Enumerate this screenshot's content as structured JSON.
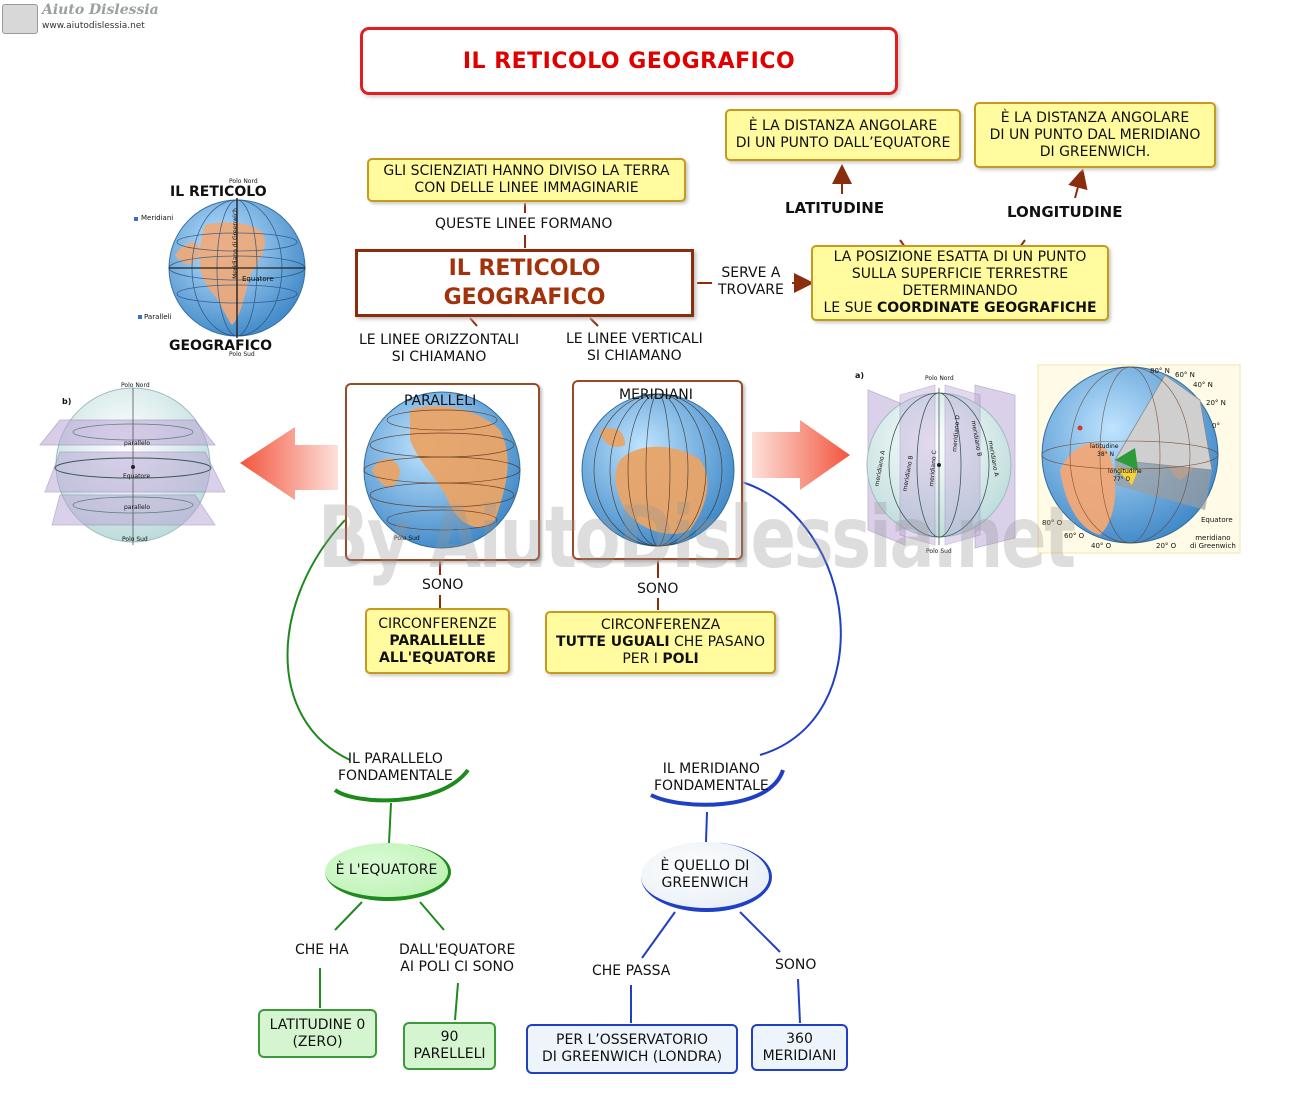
{
  "logo": {
    "name": "Aiuto Dislessia",
    "url": "www.aiutodislessia.net"
  },
  "title": "IL RETICOLO GEOGRAFICO",
  "central": {
    "line1": "IL RETICOLO",
    "line2": "GEOGRAFICO"
  },
  "scientists": {
    "line1": "GLI SCIENZIATI HANNO DIVISO LA TERRA",
    "line2": "CON DELLE LINEE IMMAGINARIE"
  },
  "queste_linee": "QUESTE LINEE FORMANO",
  "serve": {
    "line1": "SERVE A",
    "line2": "TROVARE"
  },
  "position": {
    "line1": "LA POSIZIONE ESATTA DI UN PUNTO",
    "line2": "SULLA SUPERFICIE TERRESTRE",
    "line3": "DETERMINANDO",
    "line4_pre": "LE SUE ",
    "line4_bold": "COORDINATE GEOGRAFICHE"
  },
  "latitudine": {
    "label": "LATITUDINE",
    "def1": "È LA DISTANZA ANGOLARE",
    "def2": "DI UN PUNTO DALL’EQUATORE"
  },
  "longitudine": {
    "label": "LONGITUDINE",
    "def1": "È LA DISTANZA ANGOLARE",
    "def2": "DI UN PUNTO DAL MERIDIANO",
    "def3": "DI GREENWICH."
  },
  "globe_left": {
    "top": "IL RETICOLO",
    "bottom": "GEOGRAFICO",
    "label_meridiani": "Meridiani",
    "label_paralleli": "Paralleli",
    "label_equatore": "Equatore",
    "label_greenwich": "Meridiano di Greenwich",
    "label_polo_nord": "Polo Nord",
    "label_polo_sud": "Polo Sud"
  },
  "orizzontali": {
    "line1": "LE LINEE ORIZZONTALI",
    "line2": "SI CHIAMANO"
  },
  "verticali": {
    "line1": "LE LINEE VERTICALI",
    "line2": "SI CHIAMANO"
  },
  "paralleli": {
    "label": "PARALLELI",
    "sono": "SONO",
    "def1": "CIRCONFERENZE",
    "def2": "PARALLELLE",
    "def3": "ALL'EQUATORE",
    "label_polo_sud": "Polo Sud"
  },
  "meridiani": {
    "label": "MERIDIANI",
    "sono": "SONO",
    "def1": "CIRCONFERENZA",
    "def2_bold": "TUTTE UGUALI",
    "def2_rest": " CHE PASANO",
    "def3_pre": "PER I ",
    "def3_bold": "POLI"
  },
  "diagram_b": {
    "tag": "b)",
    "polo_nord": "Polo Nord",
    "polo_sud": "Polo Sud",
    "parallelo1": "parallelo",
    "equatore": "Equatore",
    "parallelo2": "parallelo"
  },
  "diagram_a": {
    "tag": "a)",
    "polo_nord": "Polo Nord",
    "polo_sud": "Polo Sud",
    "m_a": "meridiano A",
    "m_b": "meridiano B",
    "m_c": "meridiano C",
    "m_d": "meridiano D",
    "m_e": "meridiano A",
    "m_f": "meridiano B"
  },
  "globe_right": {
    "n80": "80° N",
    "n60": "60° N",
    "n40": "40° N",
    "n20": "20° N",
    "zero": "0°",
    "lat_label": "latitudine",
    "lat_val": "38° N",
    "lon_label": "longitudine",
    "lon_val": "77° O",
    "o80": "80° O",
    "o60": "60° O",
    "o40": "40° O",
    "o20": "20° O",
    "equatore": "Equatore",
    "greenwich1": "meridiano",
    "greenwich2": "di Greenwich"
  },
  "parallelo_fond": {
    "line1": "IL PARALLELO",
    "line2": "FONDAMENTALE"
  },
  "equatore_node": "È L'EQUATORE",
  "che_ha": "CHE HA",
  "dall_equatore": {
    "line1": "DALL'EQUATORE",
    "line2": "AI POLI CI SONO"
  },
  "lat_zero": {
    "line1": "LATITUDINE 0",
    "line2": "(ZERO)"
  },
  "novanta": {
    "line1": "90",
    "line2": "PARELLELI"
  },
  "meridiano_fond": {
    "line1": "IL MERIDIANO",
    "line2": "FONDAMENTALE"
  },
  "greenwich_node": {
    "line1": "È QUELLO DI",
    "line2": "GREENWICH"
  },
  "che_passa": "CHE PASSA",
  "sono_blue": "SONO",
  "osservatorio": {
    "line1": "PER L’OSSERVATORIO",
    "line2": "DI GREENWICH (LONDRA)"
  },
  "trecento": {
    "line1": "360",
    "line2": "MERIDIANI"
  },
  "watermark": "By AiutoDislessia.net",
  "colors": {
    "title_red": "#e00000",
    "central_brown": "#a3320a",
    "yellow_fill": "#fffb9e",
    "green": "#1e8a1e",
    "blue": "#1f3fc4",
    "arrow_salmon": "#f26b55"
  }
}
